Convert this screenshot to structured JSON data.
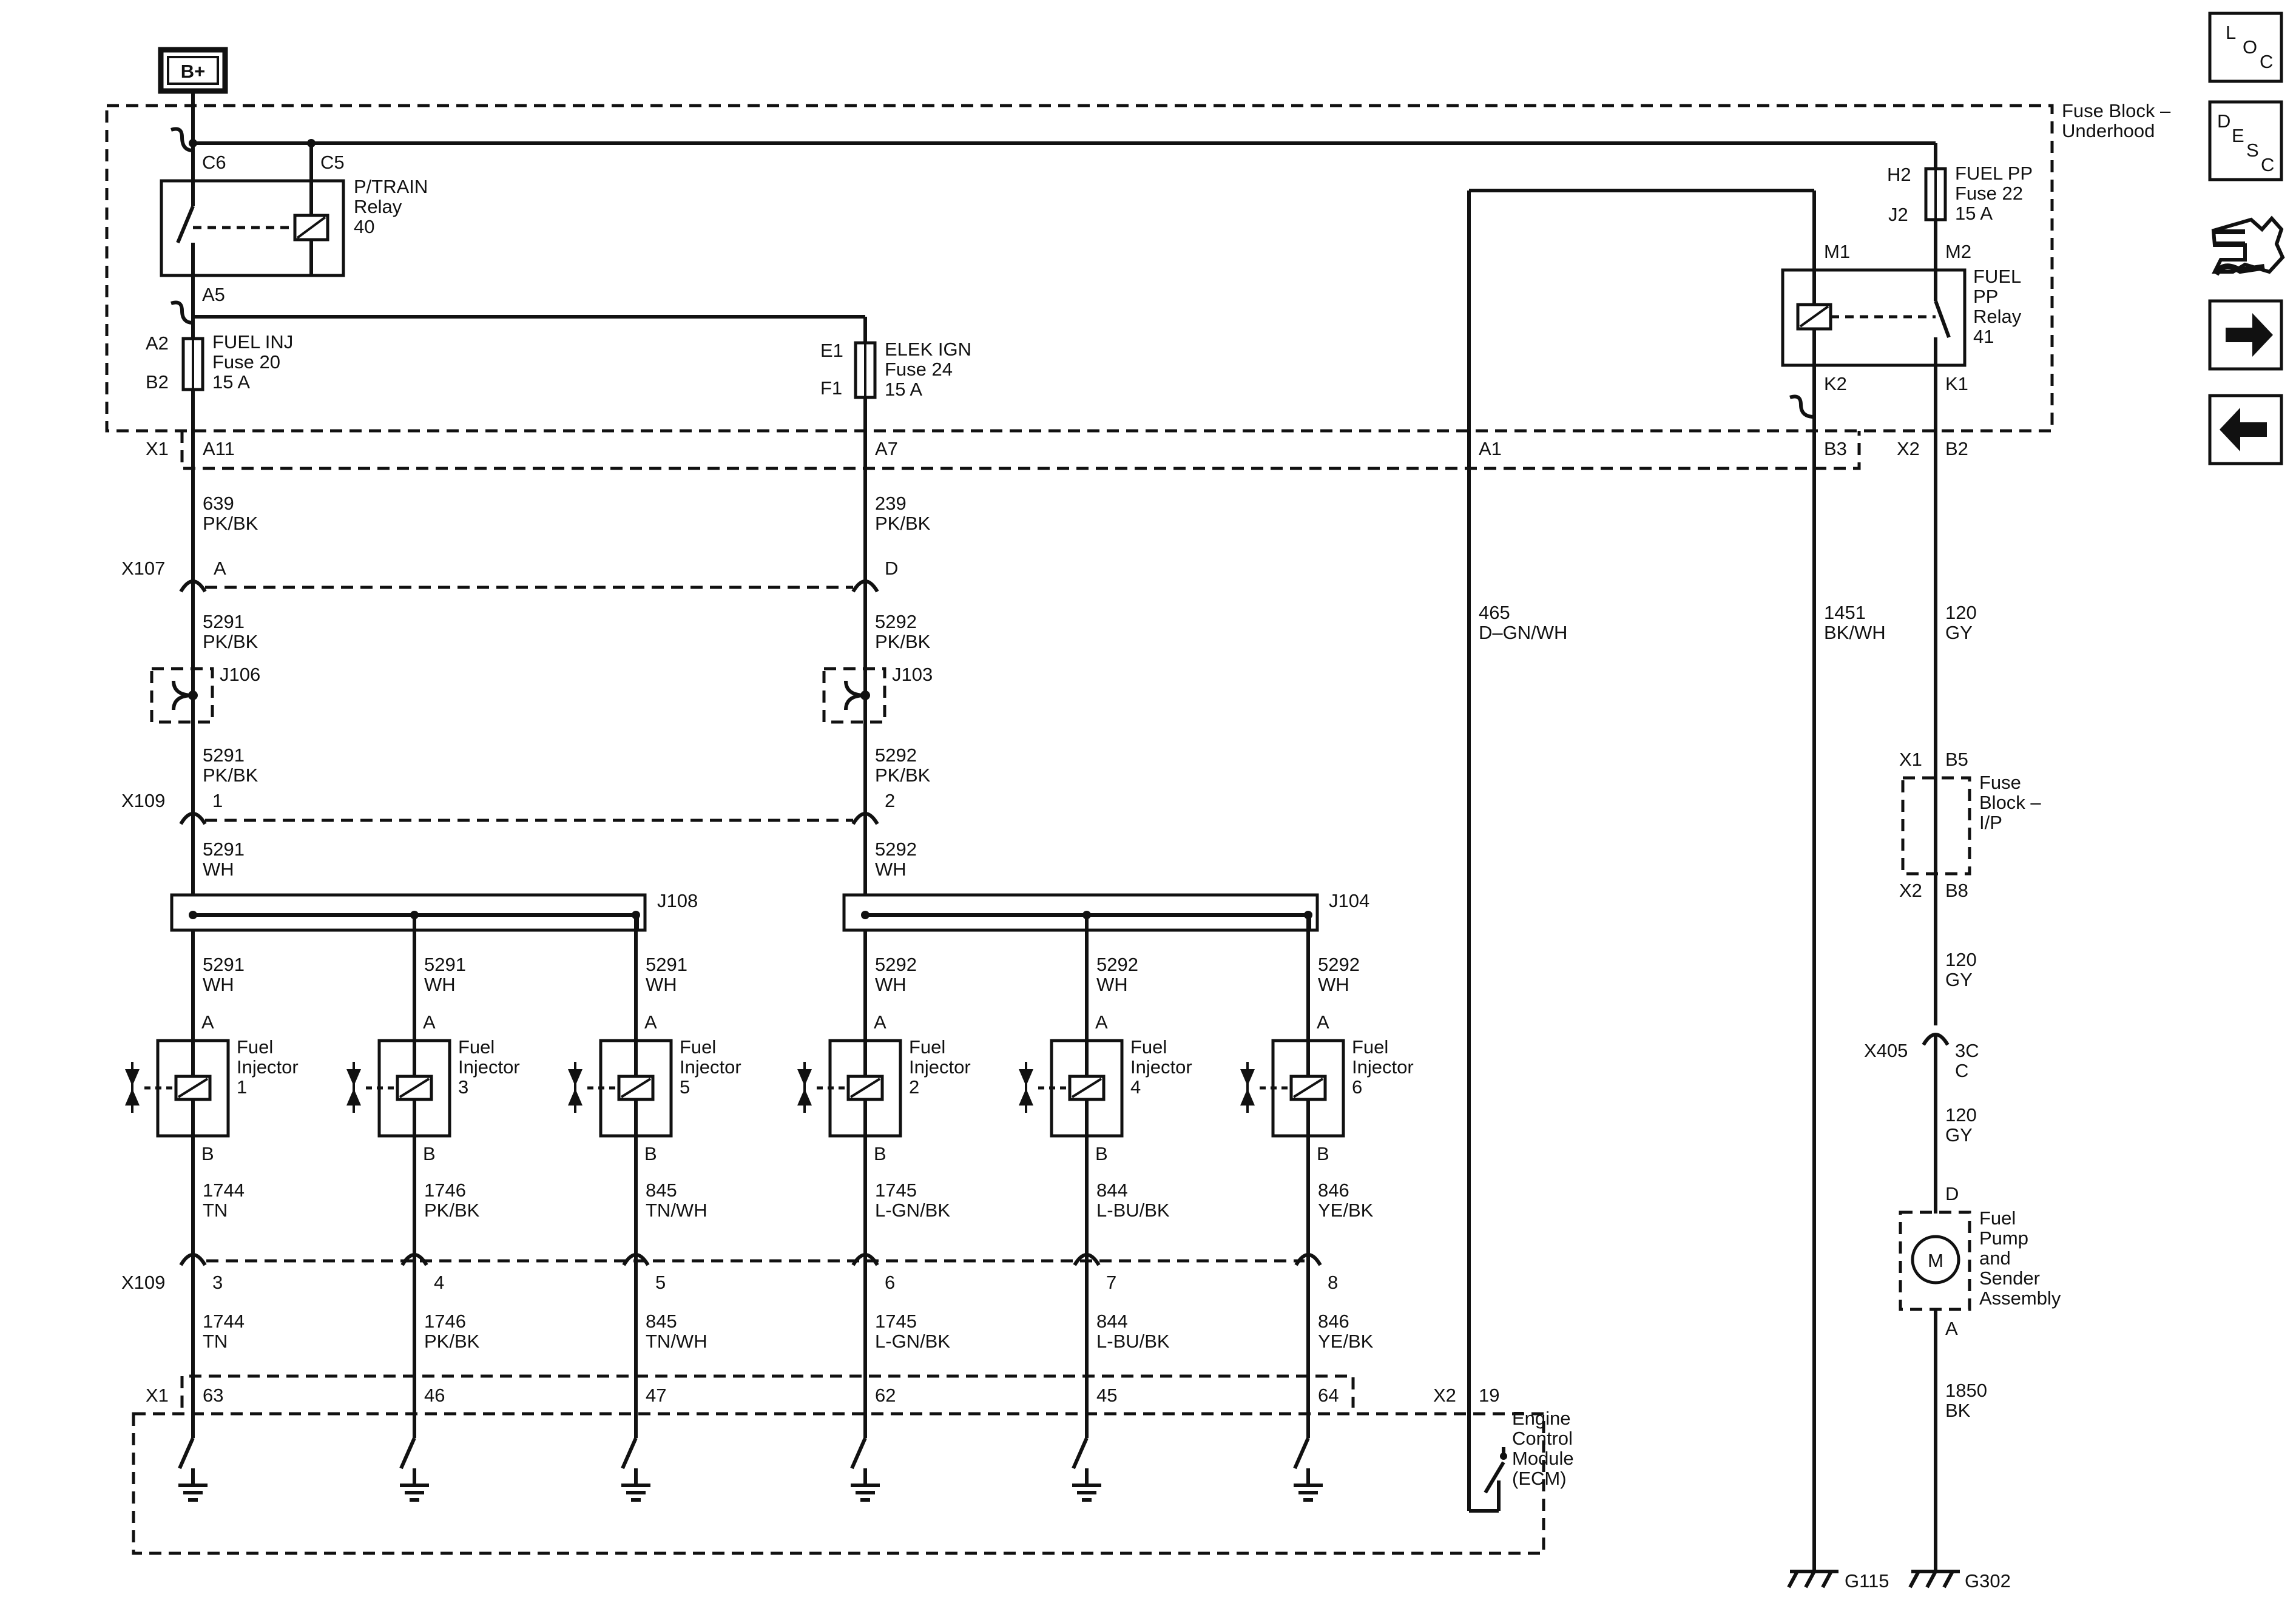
{
  "source": "B+",
  "fuse_block_underhood": "Fuse Block –\nUnderhood",
  "ptrain_relay": {
    "c6": "C6",
    "c5": "C5",
    "a5": "A5",
    "label": "P/TRAIN\nRelay\n40"
  },
  "fuel_inj_fuse": {
    "top": "A2",
    "bottom": "B2",
    "label": "FUEL INJ\nFuse 20\n15 A"
  },
  "elek_ign_fuse": {
    "top": "E1",
    "bottom": "F1",
    "label": "ELEK IGN\nFuse 24\n15 A"
  },
  "fuel_pp_fuse": {
    "top": "H2",
    "bottom": "J2",
    "label": "FUEL PP\nFuse 22\n15 A"
  },
  "fuel_pp_relay": {
    "m1": "M1",
    "m2": "M2",
    "k2": "K2",
    "k1": "K1",
    "label": "FUEL\nPP\nRelay\n41"
  },
  "connector_x1_top": {
    "name": "X1",
    "pins": [
      "A11",
      "A7",
      "A1",
      "B3"
    ],
    "x2_name": "X2",
    "x2_pin": "B2"
  },
  "wires": {
    "w639": "639\nPK/BK",
    "w239": "239\nPK/BK",
    "w5291_pk_a": "5291\nPK/BK",
    "w5292_pk_a": "5292\nPK/BK",
    "w5291_pk_b": "5291\nPK/BK",
    "w5292_pk_b": "5292\nPK/BK",
    "w5291_wh": "5291\nWH",
    "w5292_wh": "5292\nWH",
    "w465": "465\nD–GN/WH",
    "w1451": "1451\nBK/WH",
    "w120_a": "120\nGY",
    "w120_b": "120\nGY",
    "w120_c": "120\nGY",
    "w1850": "1850\nBK"
  },
  "x107": {
    "name": "X107",
    "pin_a": "A",
    "pin_d": "D"
  },
  "splices": {
    "j106": "J106",
    "j103": "J103",
    "j108": "J108",
    "j104": "J104"
  },
  "x109_top": {
    "name": "X109",
    "pin_1": "1",
    "pin_2": "2"
  },
  "injectors": [
    {
      "label": "Fuel\nInjector\n1",
      "wire_in": "5291\nWH",
      "wire_out": "1744\nTN",
      "x109_pin": "3",
      "ecm_pin": "63",
      "pin_a": "A",
      "pin_b": "B"
    },
    {
      "label": "Fuel\nInjector\n3",
      "wire_in": "5291\nWH",
      "wire_out": "1746\nPK/BK",
      "x109_pin": "4",
      "ecm_pin": "46",
      "pin_a": "A",
      "pin_b": "B"
    },
    {
      "label": "Fuel\nInjector\n5",
      "wire_in": "5291\nWH",
      "wire_out": "845\nTN/WH",
      "x109_pin": "5",
      "ecm_pin": "47",
      "pin_a": "A",
      "pin_b": "B"
    },
    {
      "label": "Fuel\nInjector\n2",
      "wire_in": "5292\nWH",
      "wire_out": "1745\nL-GN/BK",
      "x109_pin": "6",
      "ecm_pin": "62",
      "pin_a": "A",
      "pin_b": "B"
    },
    {
      "label": "Fuel\nInjector\n4",
      "wire_in": "5292\nWH",
      "wire_out": "844\nL-BU/BK",
      "x109_pin": "7",
      "ecm_pin": "45",
      "pin_a": "A",
      "pin_b": "B"
    },
    {
      "label": "Fuel\nInjector\n6",
      "wire_in": "5292\nWH",
      "wire_out": "846\nYE/BK",
      "x109_pin": "8",
      "ecm_pin": "64",
      "pin_a": "A",
      "pin_b": "B"
    }
  ],
  "x109_bottom": "X109",
  "ecm": {
    "x1": "X1",
    "x2": "X2",
    "pin19": "19",
    "label": "Engine\nControl\nModule\n(ECM)"
  },
  "fuse_block_ip": {
    "x1": "X1",
    "b5": "B5",
    "x2": "X2",
    "b8": "B8",
    "label": "Fuse\nBlock –\nI/P"
  },
  "x405": {
    "name": "X405",
    "pin": "3C\nC"
  },
  "fuel_pump": {
    "pin_d": "D",
    "pin_a": "A",
    "label": "Fuel\nPump\nand\nSender\nAssembly",
    "motor": "M"
  },
  "grounds": {
    "g115": "G115",
    "g302": "G302"
  },
  "nav": {
    "loc": [
      "L",
      "O",
      "C"
    ],
    "desc": [
      "D",
      "E",
      "S",
      "C"
    ]
  }
}
